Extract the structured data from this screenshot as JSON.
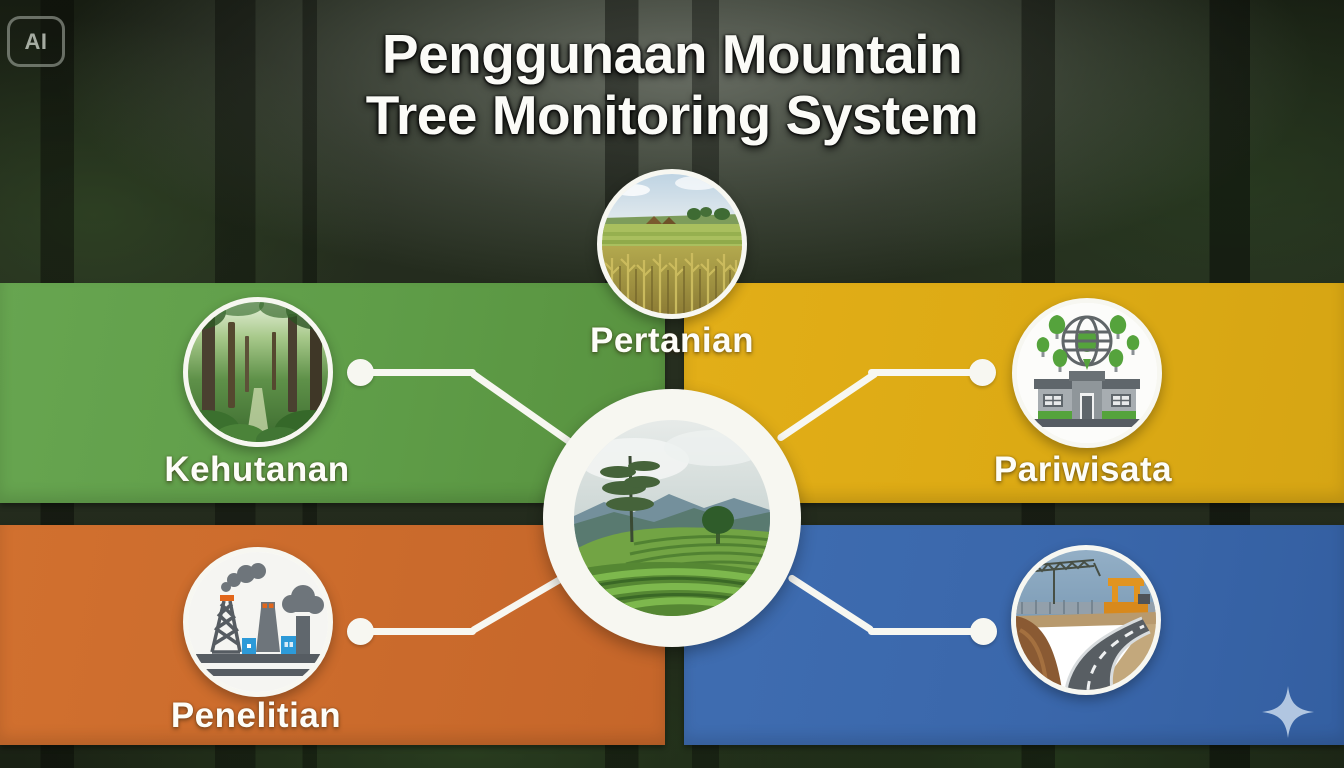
{
  "ai_badge": {
    "label": "AI"
  },
  "title": {
    "line1": "Penggunaan Mountain",
    "line2": "Tree Monitoring System"
  },
  "center": {
    "image": "tea-plantation-mountain-photo"
  },
  "nodes": {
    "pertanian": {
      "label": "Pertanian",
      "image": "cornfield-farm-photo"
    },
    "kehutanan": {
      "label": "Kehutanan",
      "image": "forest-path-photo"
    },
    "pariwisata": {
      "label": "Pariwisata",
      "image": "globe-buildings-trees-illustration"
    },
    "penelitian": {
      "label": "Penelitian",
      "image": "industrial-research-illustration"
    },
    "konstruksi": {
      "label": "",
      "image": "road-construction-photo"
    }
  },
  "panel_colors": {
    "green": "#5f9d48",
    "yellow": "#dcaa14",
    "orange": "#cb6b2c",
    "blue": "#3a67ab"
  },
  "decor": {
    "connector_color": "#f7f7f1",
    "sparkle_color": "#bfd2e8"
  }
}
